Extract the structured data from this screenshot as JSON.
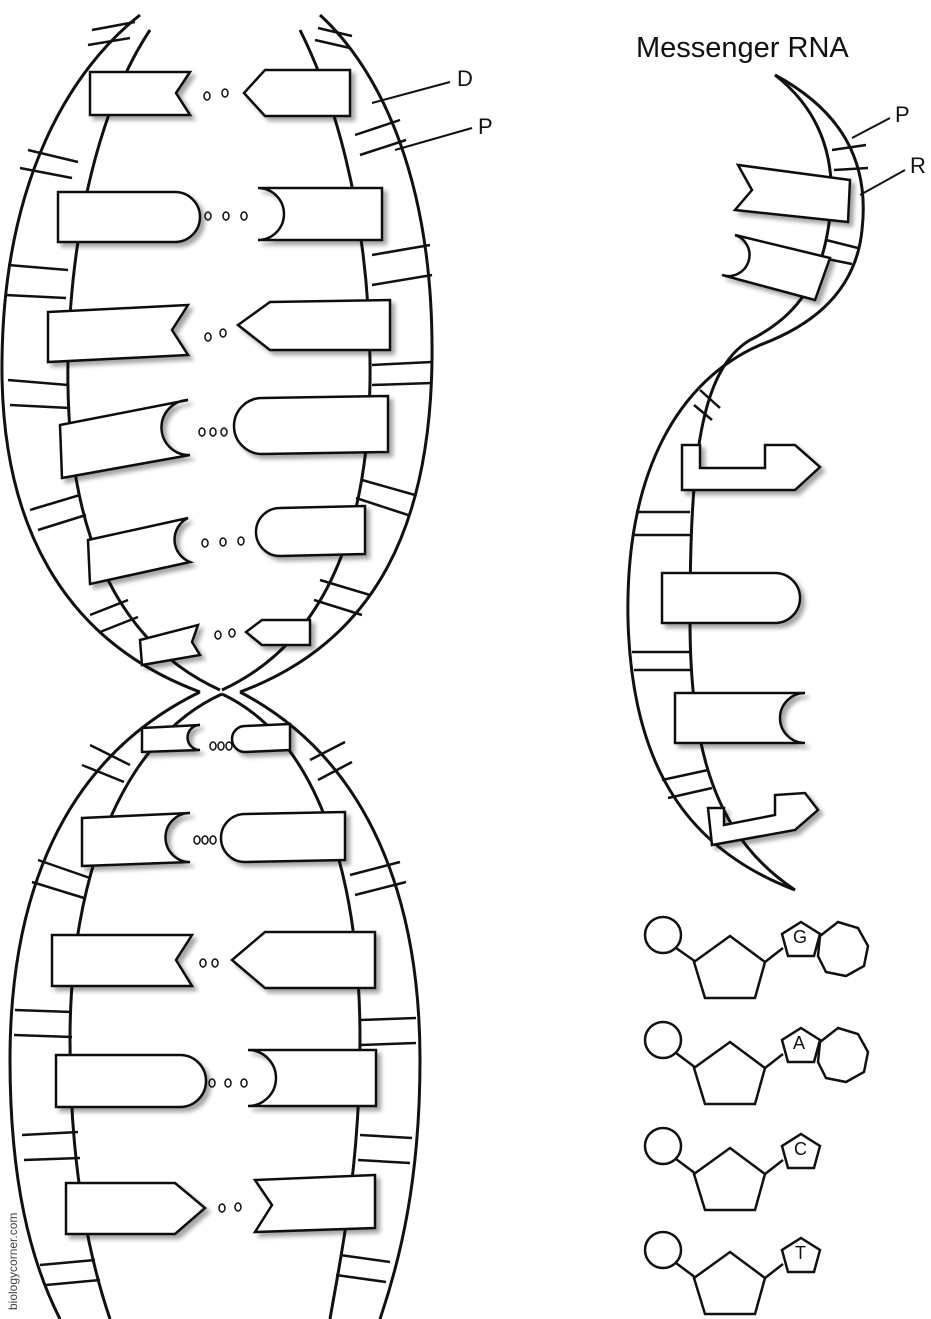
{
  "labels": {
    "title": "Messenger RNA",
    "dna_deoxyribose": "D",
    "dna_phosphate": "P",
    "rna_phosphate": "P",
    "rna_ribose": "R"
  },
  "nucleotides": [
    {
      "base": "G",
      "ring": "double"
    },
    {
      "base": "A",
      "ring": "double"
    },
    {
      "base": "C",
      "ring": "single"
    },
    {
      "base": "T",
      "ring": "single"
    }
  ],
  "watermark": "biologycorner.com"
}
